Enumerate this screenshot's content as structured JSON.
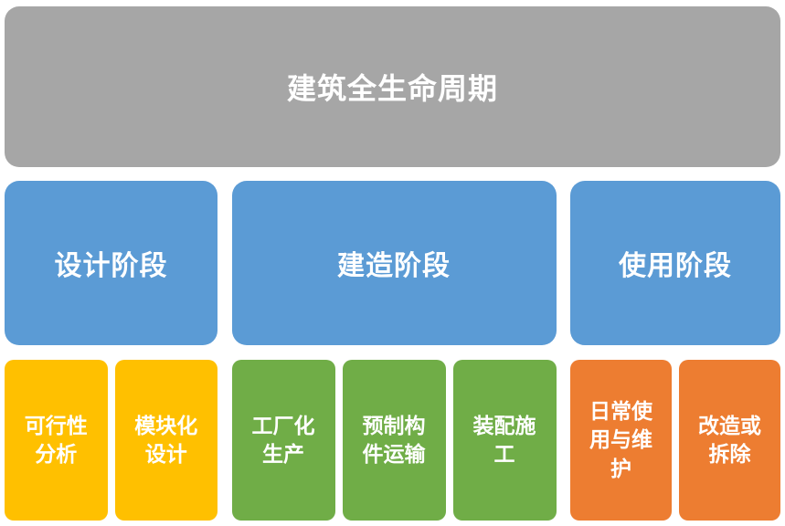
{
  "title": {
    "label": "建筑全生命周期"
  },
  "colors": {
    "title_bar": "#A6A6A6",
    "stage": "#5B9BD5",
    "design_sub": "#FFC000",
    "build_sub": "#70AD47",
    "use_sub": "#ED7D31",
    "text": "#FFFFFF",
    "background": "#FFFFFF"
  },
  "stages": [
    {
      "label": "设计阶段",
      "color": "#5B9BD5",
      "substeps": [
        {
          "label": "可行性\n分析",
          "color": "#FFC000"
        },
        {
          "label": "模块化\n设计",
          "color": "#FFC000"
        }
      ]
    },
    {
      "label": "建造阶段",
      "color": "#5B9BD5",
      "substeps": [
        {
          "label": "工厂化\n生产",
          "color": "#70AD47"
        },
        {
          "label": "预制构\n件运输",
          "color": "#70AD47"
        },
        {
          "label": "装配施\n工",
          "color": "#70AD47"
        }
      ]
    },
    {
      "label": "使用阶段",
      "color": "#5B9BD5",
      "substeps": [
        {
          "label": "日常使\n用与维\n护",
          "color": "#ED7D31"
        },
        {
          "label": "改造或\n拆除",
          "color": "#ED7D31"
        }
      ]
    }
  ]
}
